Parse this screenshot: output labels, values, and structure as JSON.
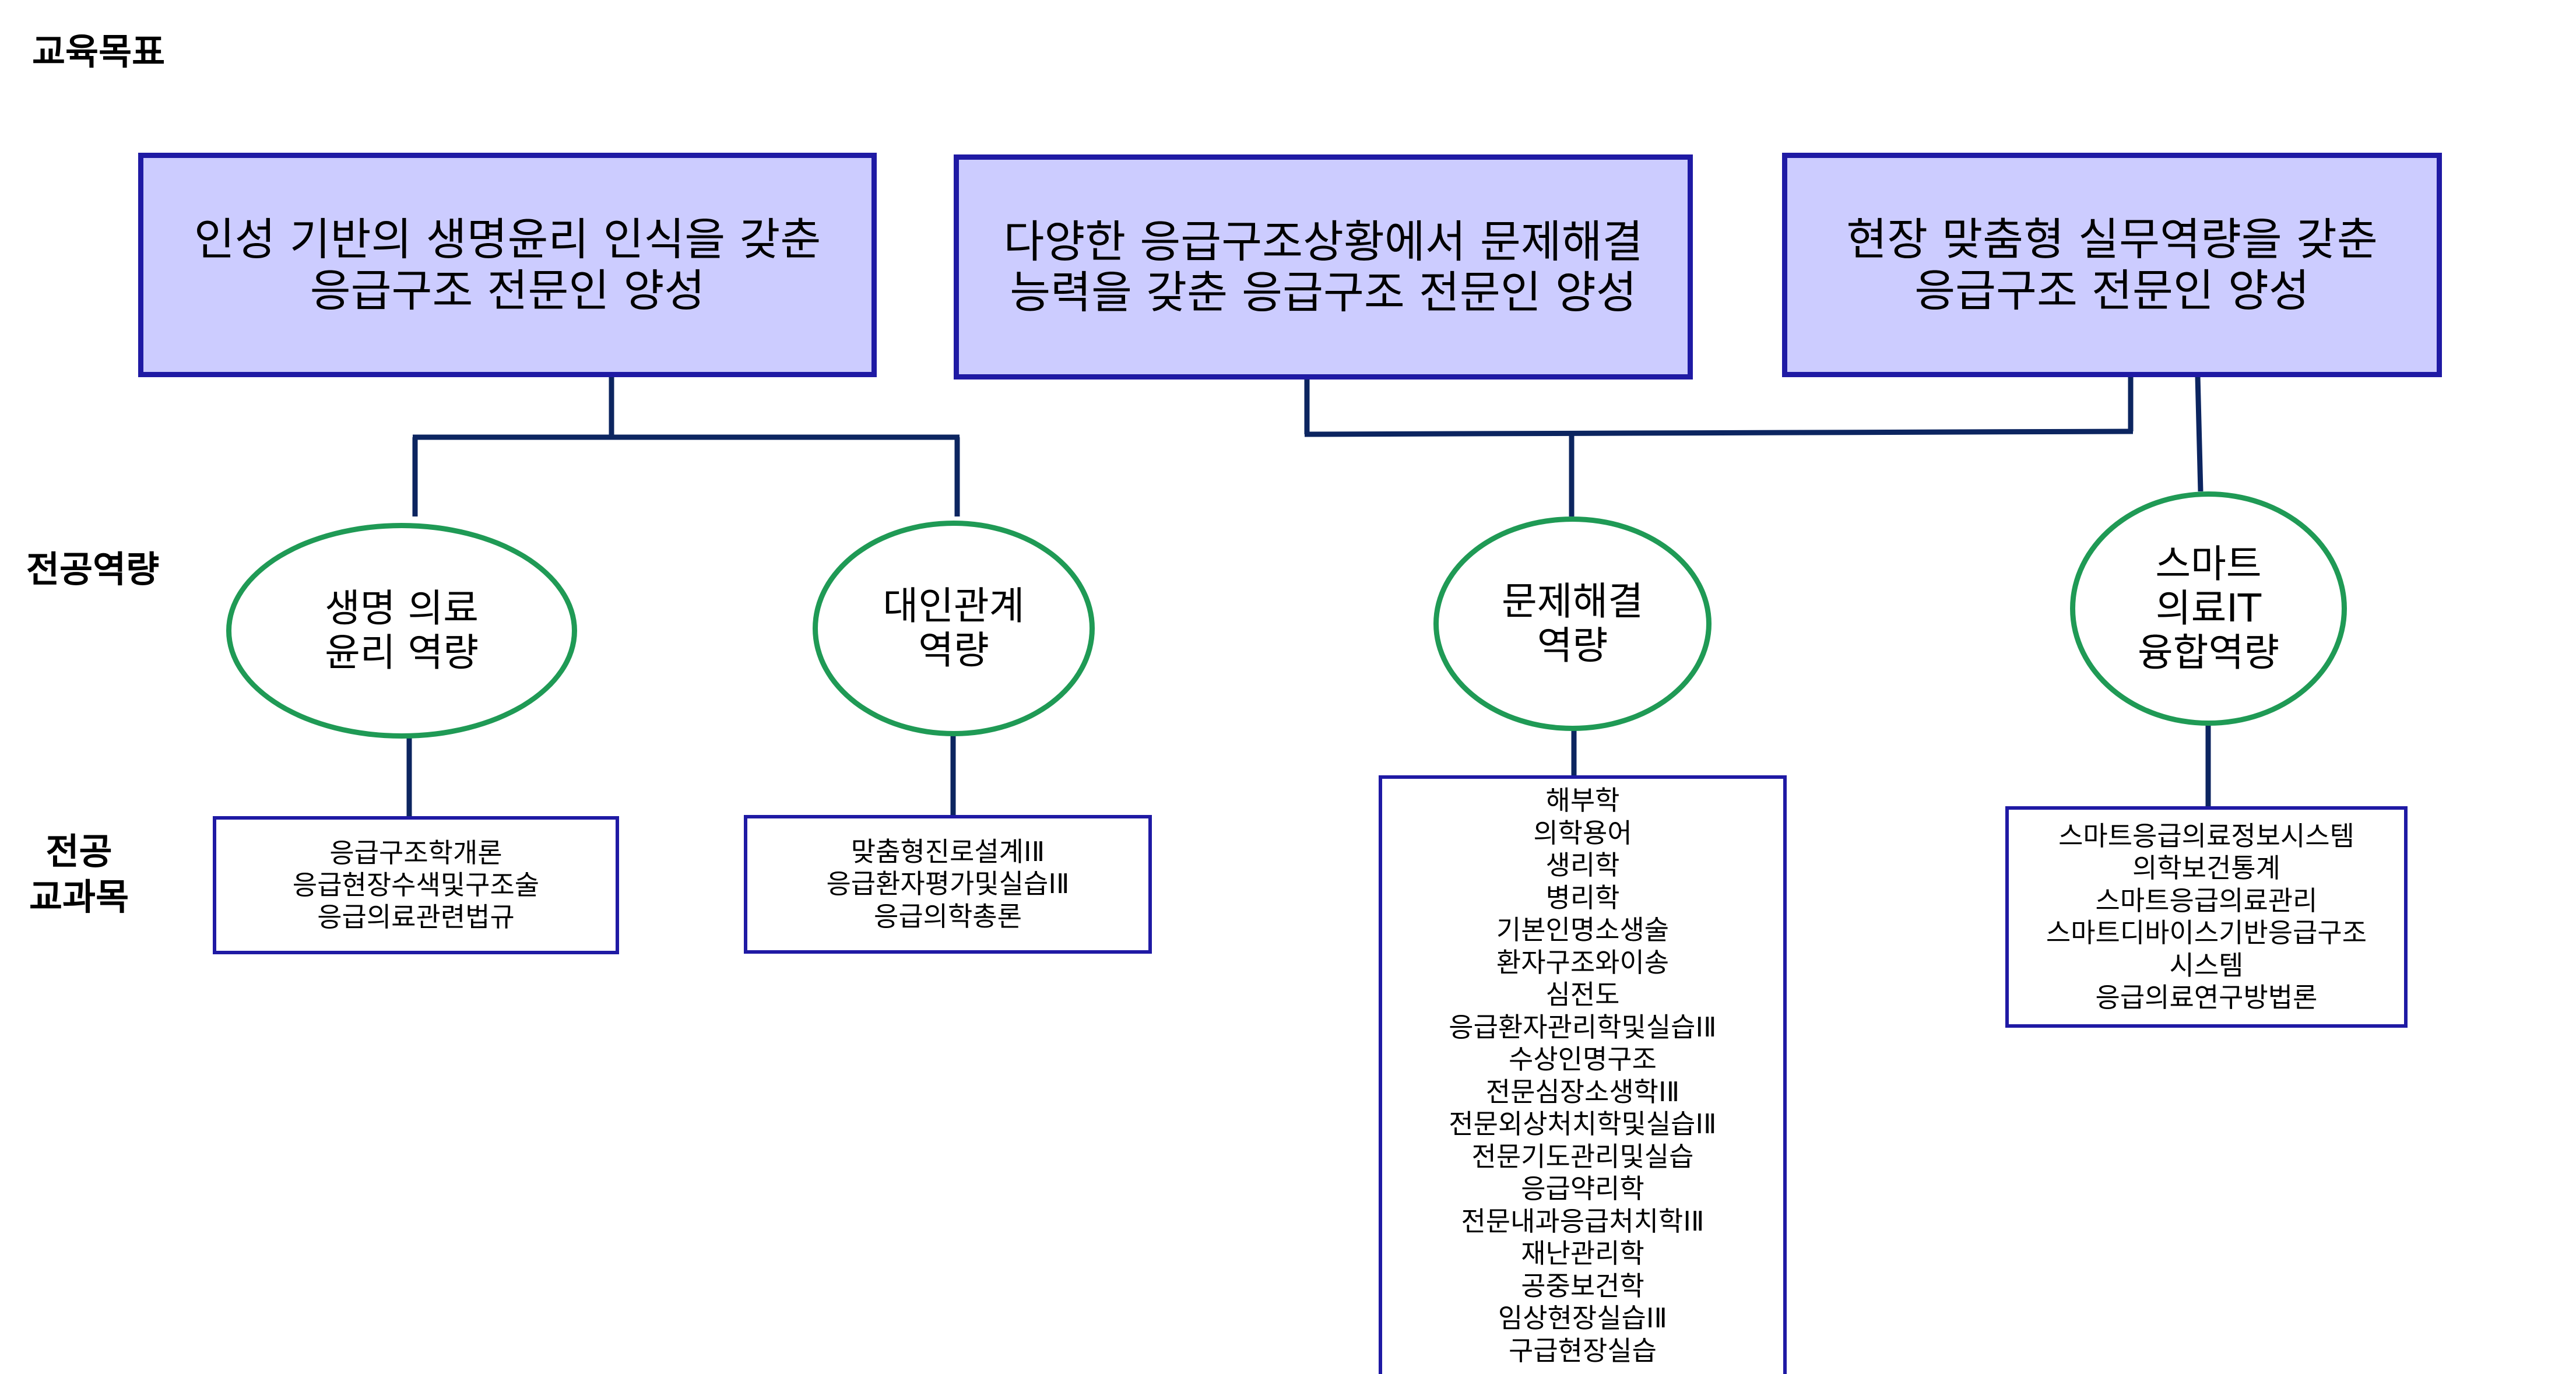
{
  "labels": {
    "goals": "교육목표",
    "competencies": "전공역량",
    "courses_line1": "전공",
    "courses_line2": "교과목"
  },
  "goals": [
    {
      "line1": "인성 기반의 생명윤리 인식을 갖춘",
      "line2": "응급구조 전문인 양성"
    },
    {
      "line1": "다양한 응급구조상황에서 문제해결",
      "line2": "능력을 갖춘 응급구조 전문인 양성"
    },
    {
      "line1": "현장 맞춤형 실무역량을 갖춘",
      "line2": "응급구조 전문인 양성"
    }
  ],
  "competencies": [
    {
      "lines": [
        "생명 의료",
        "윤리 역량"
      ]
    },
    {
      "lines": [
        "대인관계",
        "역량"
      ]
    },
    {
      "lines": [
        "문제해결",
        "역량"
      ]
    },
    {
      "lines": [
        "스마트",
        "의료IT",
        "융합역량"
      ]
    }
  ],
  "courses": [
    [
      "응급구조학개론",
      "응급현장수색및구조술",
      "응급의료관련법규"
    ],
    [
      "맞춤형진로설계ⅠⅡ",
      "응급환자평가및실습ⅠⅡ",
      "응급의학총론"
    ],
    [
      "해부학",
      "의학용어",
      "생리학",
      "병리학",
      "기본인명소생술",
      "환자구조와이송",
      "심전도",
      "응급환자관리학및실습ⅠⅡ",
      "수상인명구조",
      "전문심장소생학ⅠⅡ",
      "전문외상처치학및실습ⅠⅡ",
      "전문기도관리및실습",
      "응급약리학",
      "전문내과응급처치학ⅠⅡ",
      "재난관리학",
      "공중보건학",
      "임상현장실습ⅠⅡ",
      "구급현장실습"
    ],
    [
      "스마트응급의료정보시스템",
      "의학보건통계",
      "스마트응급의료관리",
      "스마트디바이스기반응급구조",
      "시스템",
      "응급의료연구방법론"
    ]
  ],
  "colors": {
    "goal_fill": "#ccccff",
    "goal_border": "#1f1aa4",
    "ellipse_border": "#1f9a55",
    "connector": "#0c2560",
    "course_border": "#1f1aa4"
  }
}
